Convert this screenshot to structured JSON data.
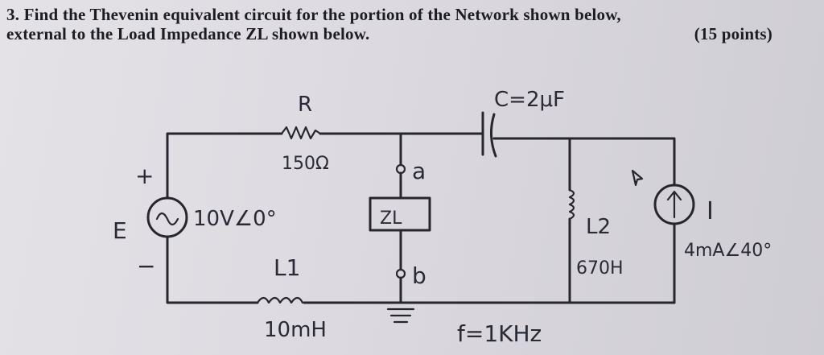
{
  "problem": {
    "line1": "3. Find the Thevenin equivalent circuit for the portion of the Network shown below,",
    "line2": "external to the Load Impedance ZL shown below.",
    "points": "(15 points)"
  },
  "circuit": {
    "resistor": {
      "name": "R",
      "value": "150Ω"
    },
    "capacitor": {
      "label": "C=2μF"
    },
    "source": {
      "name": "E",
      "value": "10V∠0°",
      "plus": "+",
      "minus": "−"
    },
    "inductor1": {
      "name": "L1",
      "value": "10mH"
    },
    "inductor2": {
      "name": "L2",
      "value": "670H"
    },
    "load": {
      "label": "ZL"
    },
    "node_a": "a",
    "node_b": "b",
    "current_source": {
      "name": "I",
      "value": "4mA∠40°"
    },
    "frequency": "f=1KHz"
  }
}
